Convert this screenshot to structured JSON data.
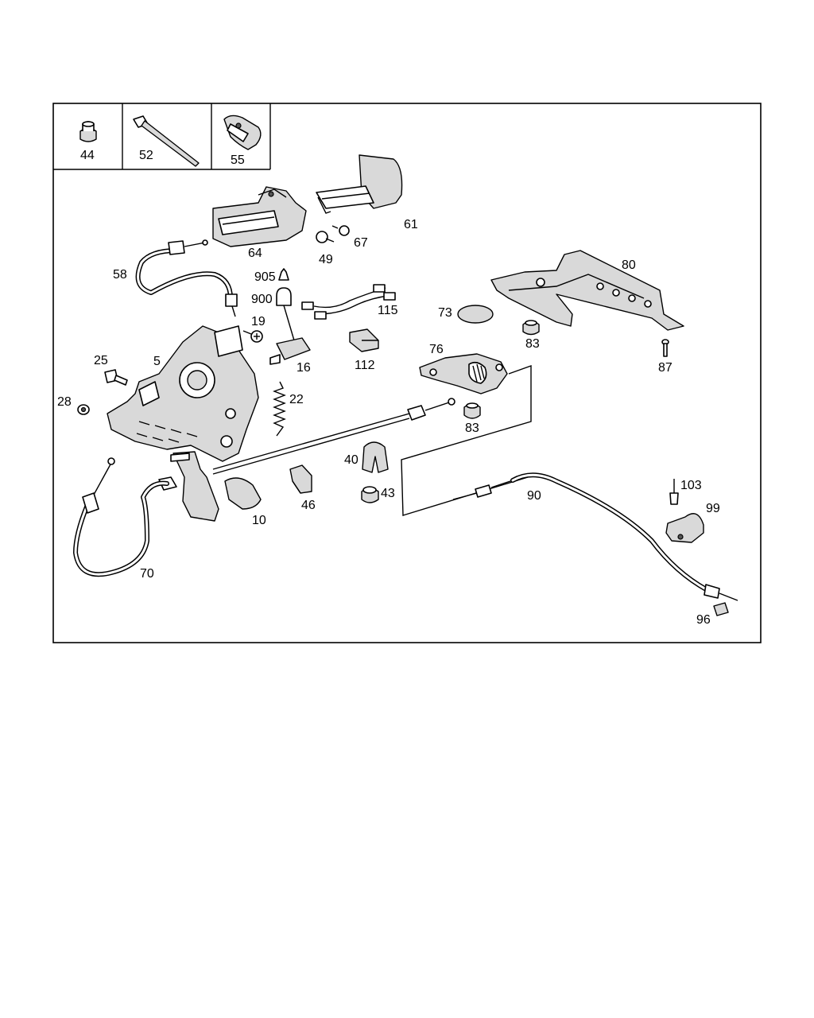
{
  "diagram": {
    "inset_labels": [
      "44",
      "52",
      "55"
    ],
    "part_numbers": {
      "p5": "5",
      "p10": "10",
      "p16": "16",
      "p19": "19",
      "p22": "22",
      "p25": "25",
      "p28": "28",
      "p40": "40",
      "p43": "43",
      "p46": "46",
      "p49": "49",
      "p58": "58",
      "p61": "61",
      "p64": "64",
      "p67": "67",
      "p70": "70",
      "p73": "73",
      "p76": "76",
      "p80": "80",
      "p83a": "83",
      "p83b": "83",
      "p87": "87",
      "p90": "90",
      "p96": "96",
      "p99": "99",
      "p103": "103",
      "p112": "112",
      "p115": "115",
      "p900": "900",
      "p905": "905"
    }
  }
}
